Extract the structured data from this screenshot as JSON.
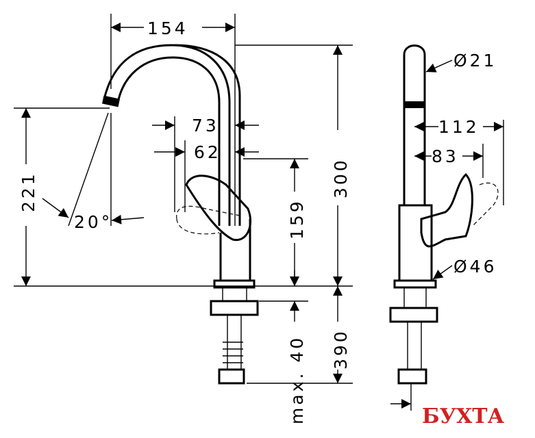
{
  "front_view": {
    "dim_width_spout": "154",
    "dim_handle_outer": "73",
    "dim_handle_inner": "62",
    "dim_height_total": "300",
    "dim_spout_height": "221",
    "dim_angle": "20°",
    "dim_handle_height": "159",
    "dim_max_thickness": "max. 40",
    "dim_hose_length": "390"
  },
  "side_view": {
    "dim_spout_diameter": "Ø21",
    "dim_handle_reach": "112",
    "dim_handle_depth": "83",
    "dim_base_diameter": "Ø46"
  },
  "watermark": {
    "text": "БУХТА",
    "color": "#d42020"
  }
}
